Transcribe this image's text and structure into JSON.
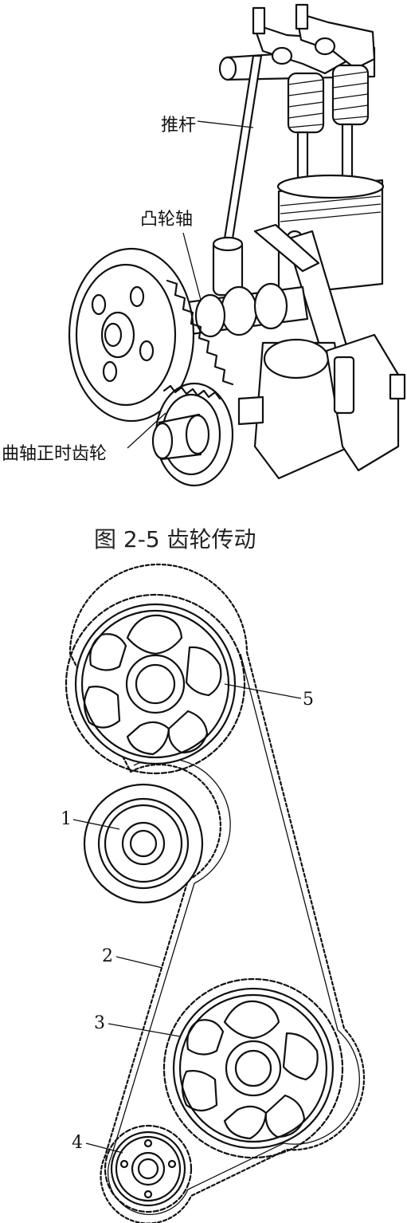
{
  "figure_top": {
    "labels": {
      "pushrod": "推杆",
      "camshaft": "凸轮轴",
      "crank_gear": "曲轴正时齿轮"
    },
    "caption": "图 2-5    齿轮传动"
  },
  "figure_bottom": {
    "callouts": [
      "1",
      "2",
      "3",
      "4",
      "5"
    ]
  }
}
